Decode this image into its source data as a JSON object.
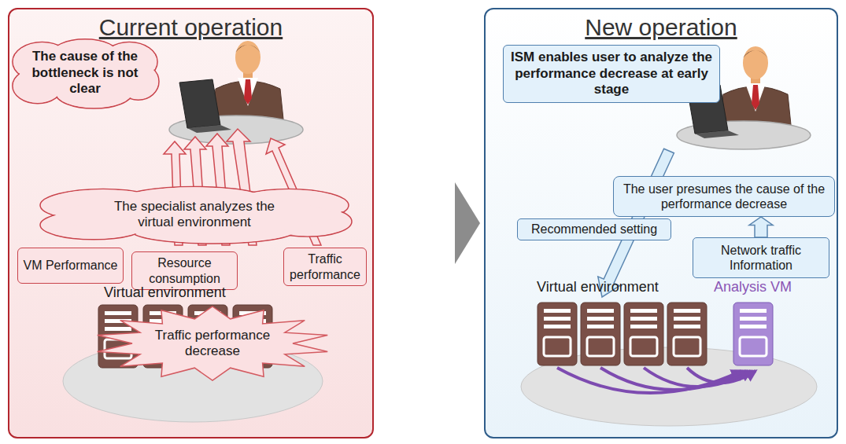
{
  "diagram": {
    "nodes": [
      {
        "text": [
          "Current operation"
        ]
      },
      {
        "text": [
          "The cause of the bottleneck is not clear"
        ],
        "in": 0
      },
      {
        "text": [
          "The specialist analyzes the virtual environment"
        ],
        "in": 0
      },
      {
        "text": [
          "VM Performance"
        ],
        "in": 0
      },
      {
        "text": [
          "Resource consumption"
        ],
        "in": 0
      },
      {
        "text": [
          "Traffic performance"
        ],
        "in": 0
      },
      {
        "text": [
          "Traffic performance decrease"
        ],
        "in": 0
      },
      {
        "text": [
          "New operation"
        ]
      },
      {
        "text": [
          "ISM enables user to analyze the performance decrease at early stage"
        ],
        "in": 7
      },
      {
        "text": [
          "The user presumes the cause of the performance decrease"
        ],
        "in": 7
      },
      {
        "text": [
          "Recommended setting"
        ],
        "in": 7
      },
      {
        "text": [
          "Network traffic Information"
        ],
        "in": 7
      }
    ],
    "edges": [
      {
        "from": 11,
        "to": 9,
        "arrow": "to"
      }
    ],
    "labels": [
      "Virtual environment",
      "Virtual environment",
      "Analysis VM"
    ]
  }
}
